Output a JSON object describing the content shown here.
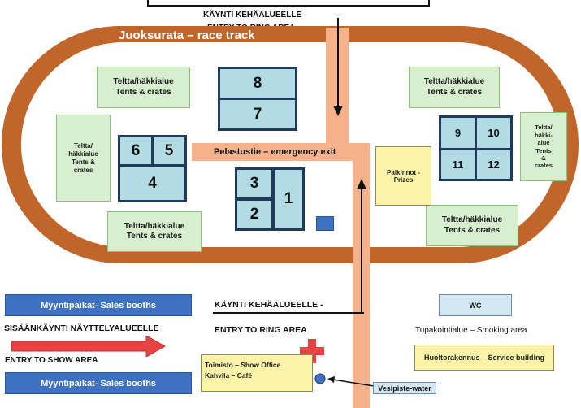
{
  "entry_top_line1": "KÄYNTI KEHÄALUEELLE",
  "entry_top_line2": "ENTRY TO RING AREA",
  "race_track_label": "Juoksurata – race track",
  "emergency_exit_label": "Pelastustie – emergency exit",
  "rings": [
    "8",
    "7",
    "6",
    "5",
    "4",
    "3",
    "2",
    "1",
    "9",
    "10",
    "11",
    "12"
  ],
  "tents": {
    "tl": "Teltta/häkkialue\nTents & crates",
    "left": "Teltta/\nhäkkialue\nTents &\ncrates",
    "bl": "Teltta/häkkialue\nTents & crates",
    "tr": "Teltta/häkkialue\nTents & crates",
    "right": "Teltta/\nhäkki-\nalue\nTents\n&\ncrates",
    "br": "Teltta/häkkialue\nTents & crates"
  },
  "prizes_label": "Palkinnot -\nPrizes",
  "sales_booths_label": "Myyntipaikat- Sales booths",
  "show_entrance_fi": "SISÄÄNKÄYNTI NÄYTTELYALUEELLE",
  "show_entrance_en": "ENTRY TO SHOW AREA",
  "entry_mid_line1": "KÄYNTI KEHÄALUEELLE -",
  "entry_mid_line2": "ENTRY TO RING AREA",
  "wc_label": "WC",
  "smoking_label": "Tupakointialue – Smoking area",
  "service_label": "Huoltorakennus – Service building",
  "office_line1": "Toimisto – Show Office",
  "office_line2": "Kahvila – Café",
  "water_label": "Vesipiste-water",
  "colors": {
    "track": "#c0662a",
    "path": "#f6b28b",
    "ring_fill": "#b2dbe3",
    "ring_border": "#1f3a5a",
    "tent_fill": "#d7eecf",
    "yellow_fill": "#fbf4a8",
    "blue": "#3d72c3",
    "red_arrow": "#e84242"
  }
}
